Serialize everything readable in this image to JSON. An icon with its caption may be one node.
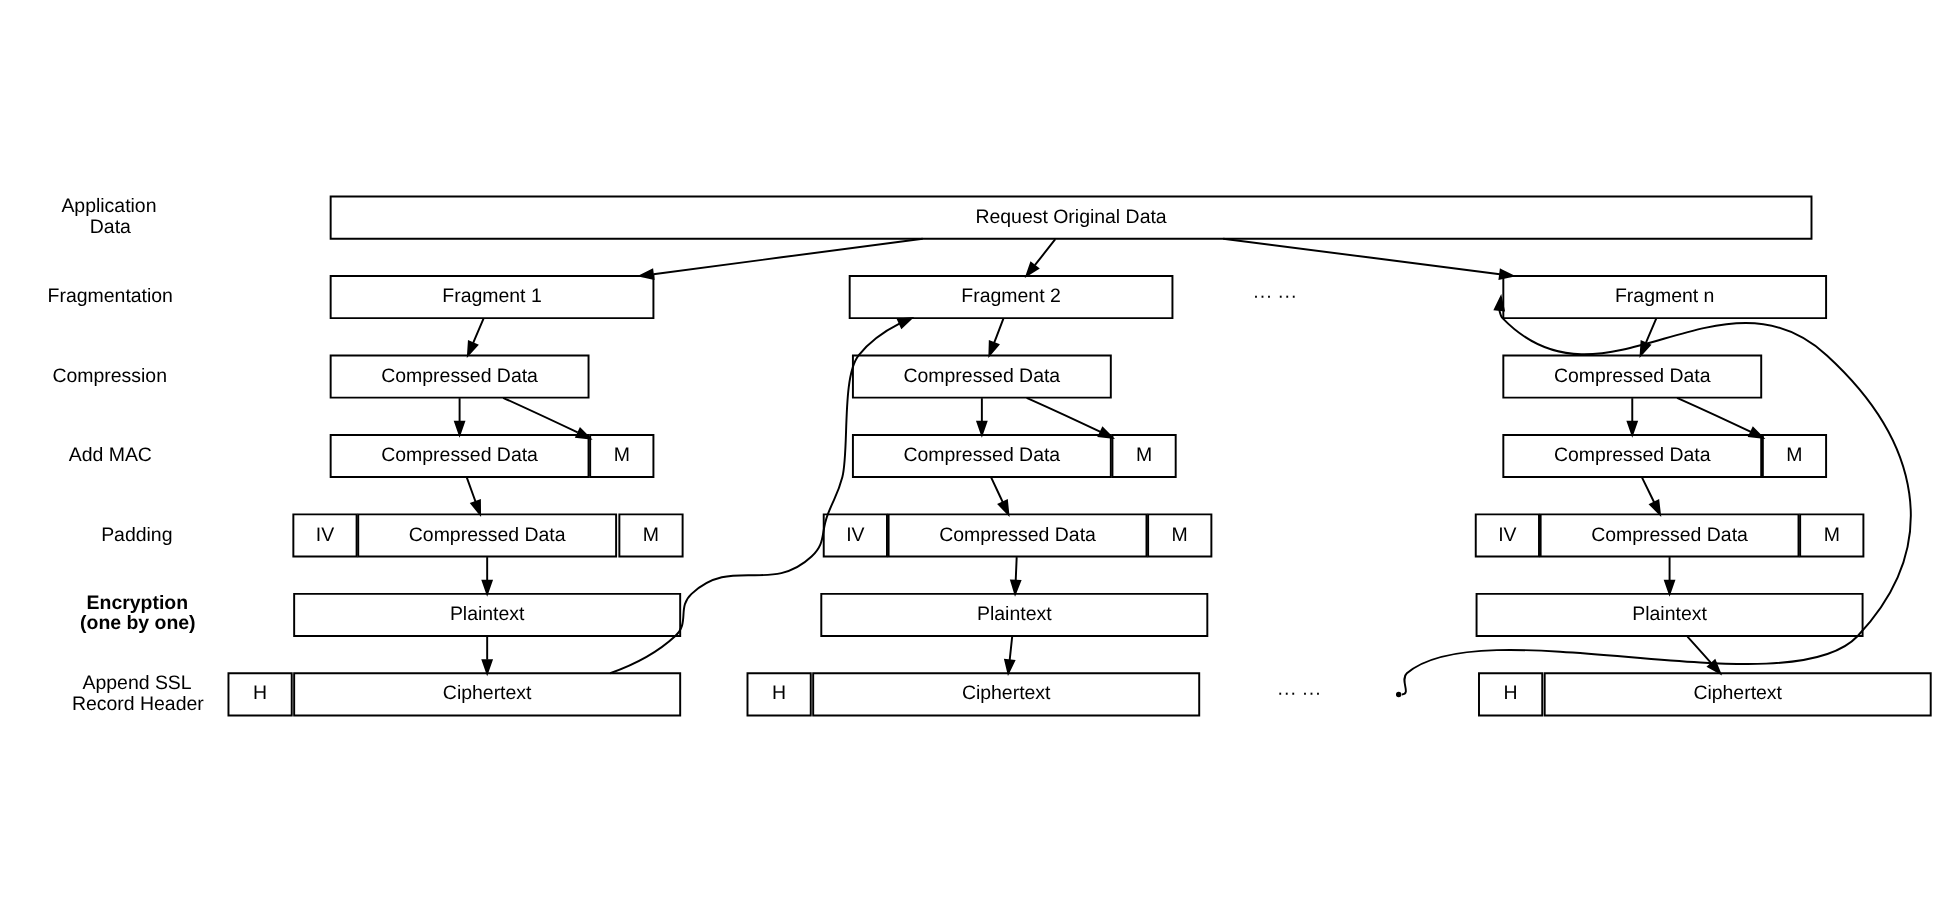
{
  "diagram": {
    "nodes": [
      {
        "text": [
          "Request Original Data"
        ]
      },
      {
        "text": [
          "Fragment 1"
        ]
      },
      {
        "text": [
          "Compressed Data"
        ]
      },
      {
        "text": [
          "Compressed Data"
        ]
      },
      {
        "text": [
          "M"
        ]
      },
      {
        "text": [
          "IV"
        ]
      },
      {
        "text": [
          "Compressed Data"
        ]
      },
      {
        "text": [
          "M"
        ]
      },
      {
        "text": [
          "Plaintext"
        ]
      },
      {
        "text": [
          "H"
        ]
      },
      {
        "text": [
          "Ciphertext"
        ]
      },
      {
        "text": [
          "Fragment 2"
        ]
      },
      {
        "text": [
          "Compressed Data"
        ]
      },
      {
        "text": [
          "Compressed Data"
        ]
      },
      {
        "text": [
          "M"
        ]
      },
      {
        "text": [
          "IV"
        ]
      },
      {
        "text": [
          "Compressed Data"
        ]
      },
      {
        "text": [
          "M"
        ]
      },
      {
        "text": [
          "Plaintext"
        ]
      },
      {
        "text": [
          "H"
        ]
      },
      {
        "text": [
          "Ciphertext"
        ]
      },
      {
        "text": [
          "Fragment n"
        ]
      },
      {
        "text": [
          "Compressed Data"
        ]
      },
      {
        "text": [
          "Compressed Data"
        ]
      },
      {
        "text": [
          "M"
        ]
      },
      {
        "text": [
          "IV"
        ]
      },
      {
        "text": [
          "Compressed Data"
        ]
      },
      {
        "text": [
          "M"
        ]
      },
      {
        "text": [
          "Plaintext"
        ]
      },
      {
        "text": [
          "H"
        ]
      },
      {
        "text": [
          "Ciphertext"
        ]
      }
    ],
    "edges": [
      {
        "from": 0,
        "to": 1,
        "arrow": "to"
      },
      {
        "from": 1,
        "to": 2,
        "arrow": "to"
      },
      {
        "from": 2,
        "to": 3,
        "arrow": "to"
      },
      {
        "from": 2,
        "to": 4,
        "arrow": "to"
      },
      {
        "from": 3,
        "to": 6,
        "arrow": "to"
      },
      {
        "from": 6,
        "to": 8,
        "arrow": "to"
      },
      {
        "from": 8,
        "to": 10,
        "arrow": "to"
      },
      {
        "from": 0,
        "to": 11,
        "arrow": "to"
      },
      {
        "from": 11,
        "to": 12,
        "arrow": "to"
      },
      {
        "from": 12,
        "to": 13,
        "arrow": "to"
      },
      {
        "from": 12,
        "to": 14,
        "arrow": "to"
      },
      {
        "from": 13,
        "to": 16,
        "arrow": "to"
      },
      {
        "from": 16,
        "to": 18,
        "arrow": "to"
      },
      {
        "from": 18,
        "to": 20,
        "arrow": "to"
      },
      {
        "from": 0,
        "to": 21,
        "arrow": "to"
      },
      {
        "from": 21,
        "to": 22,
        "arrow": "to"
      },
      {
        "from": 22,
        "to": 23,
        "arrow": "to"
      },
      {
        "from": 22,
        "to": 24,
        "arrow": "to"
      },
      {
        "from": 23,
        "to": 26,
        "arrow": "to"
      },
      {
        "from": 26,
        "to": 28,
        "arrow": "to"
      },
      {
        "from": 28,
        "to": 30,
        "arrow": "to"
      },
      {
        "from": 10,
        "to": 11,
        "arrow": "to"
      },
      {
        "from": null,
        "to": 21,
        "arrow": "to"
      }
    ],
    "labels": [
      "Application Data",
      "Fragmentation",
      "Compression",
      "Add MAC",
      "Padding",
      "Encryption (one by one)",
      "Append SSL Record Header",
      "··· ···",
      "··· ···"
    ]
  }
}
